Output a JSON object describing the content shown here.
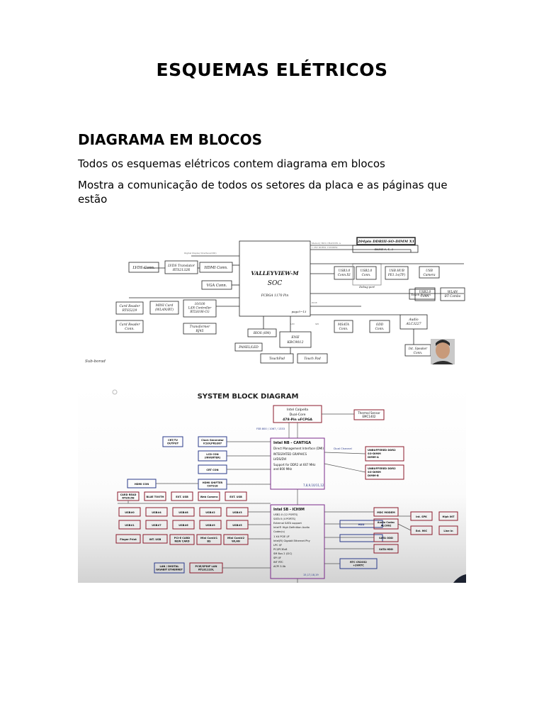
{
  "document": {
    "title": "ESQUEMAS ELÉTRICOS",
    "section_heading": "DIAGRAMA EM BLOCOS",
    "paragraphs": [
      "Todos os esquemas elétricos contem diagrama em blocos",
      "Mostra a comunicação de todos os setores da placa e as páginas que estão"
    ]
  },
  "figure1": {
    "soc": {
      "title": "VALLEYVIEW-M",
      "subtitle": "SOC",
      "package": "FCBGA 1170 Pin",
      "page": "page5~13"
    },
    "memory": {
      "title": "204pin DDRIII-SO-DIMM X1",
      "sub": "BANK 0, 1, 2"
    },
    "blocks": [
      "LVDS Conn.",
      "LVDS Translator\nRTS2132R",
      "HDMI Conn.",
      "VGA Conn.",
      "Card Reader\nRTS5229",
      "MINI Card\n(WLAN/BT)",
      "10/100\nLAN Controller\nRTL8106-CG",
      "Card Reader\nConn.",
      "Transformer\nRJ45",
      "BIOS (8M)",
      "ENE\nKBC9012",
      "PANEL/LED",
      "TouchPad",
      "Touch Pad",
      "USB3.0\nConn.X1",
      "USB2.0\nConn.",
      "USB HUB\nFE1.1s(TF)",
      "USB\nCamera",
      "Touch Screen",
      "USB2.0\nConn.",
      "WLAN\nBT Combo",
      "MSATA\nConn.",
      "ODD\nConn.",
      "Audio\nALC3227",
      "Int. Speaker\nConn."
    ],
    "labels": [
      "Debug port",
      "Sub-borad"
    ]
  },
  "figure2": {
    "title": "SYSTEM BLOCK DIAGRAM",
    "cpu": {
      "line1": "Intel Calpella",
      "line2": "Dual-Core",
      "line3": "478-Pin uFCPGA"
    },
    "thermal": "Thermal Sensor\nEMC1402",
    "fsb": "FSB 800 / 1067 / 1333",
    "nb": {
      "title": "Intel NB - CANTIGA",
      "lines": [
        "Direct Management Interface (DMI)",
        "INTEGRATED GRAPHICS",
        "LVDS/DVI",
        "Support for DDR2 at 667 MHz",
        "and 800 MHz"
      ],
      "pages": "7,8,9,10/11,12"
    },
    "sb": {
      "title": "Intel SB - ICH9M",
      "lines": [
        "USB2.0 (12 PORTS)",
        "SATA II (4 PORTS)",
        "External SATA support",
        "Intel® High Definition Audio",
        "Codec(s)",
        "1 X4 PCIE I/F",
        "Intel(R) Gigabit Ethernet Phy",
        "LPC I/F",
        "PCI/PCIEx8",
        "SM Bus 2 (I2C)",
        "SPI I/F",
        "INT RTC",
        "ACPI 3.0b"
      ],
      "pages": "15,17,18,19"
    },
    "dimms": [
      "UNBUFFERED DDR2\nSO-DIMM\nDIMM-A",
      "UNBUFFERED DDR2\nSO-DIMM\nDIMM-B"
    ],
    "dual_channel": "Dual Channel",
    "left_blocks": [
      "CRT/TV\nOUTPUT",
      "Clock Generator\nICS9LPRS387",
      "LCD CON\n(INVERTER)",
      "CRT CON",
      "HDMI CON",
      "HDMI SHIFTER\nCH7318",
      "CARD READ\nRTS5158",
      "BLUE TOOTH",
      "EXT. USB",
      "Web Camera",
      "EXT. USB"
    ],
    "usb_ports": [
      "USB#0",
      "USB#4",
      "USB#8",
      "USB#2",
      "USB#3",
      "USB#1",
      "USB#7",
      "USB#6",
      "USB#9",
      "USB#5"
    ],
    "bottom_blocks": [
      "Finger Print",
      "INT. USB",
      "PCI-E CARD\nNEW CARD",
      "Mini Card#1\nBS",
      "Mini Card#2\nWLAN"
    ],
    "lan": [
      "LAN / DIGITAL\nGIGABIT ETHERNET",
      "PCIE/SPDIF LAN\nRTL8111DL"
    ],
    "right_blocks": [
      "MDC MODEM",
      "Audio Codec\nALC662",
      "HDD",
      "SATA ODD",
      "SATA HDD",
      "RTC CR2032\n+3VRTC"
    ],
    "audio_jacks": [
      "Int. SPK",
      "Hiph INT",
      "Ext. MIC",
      "Line In"
    ]
  }
}
